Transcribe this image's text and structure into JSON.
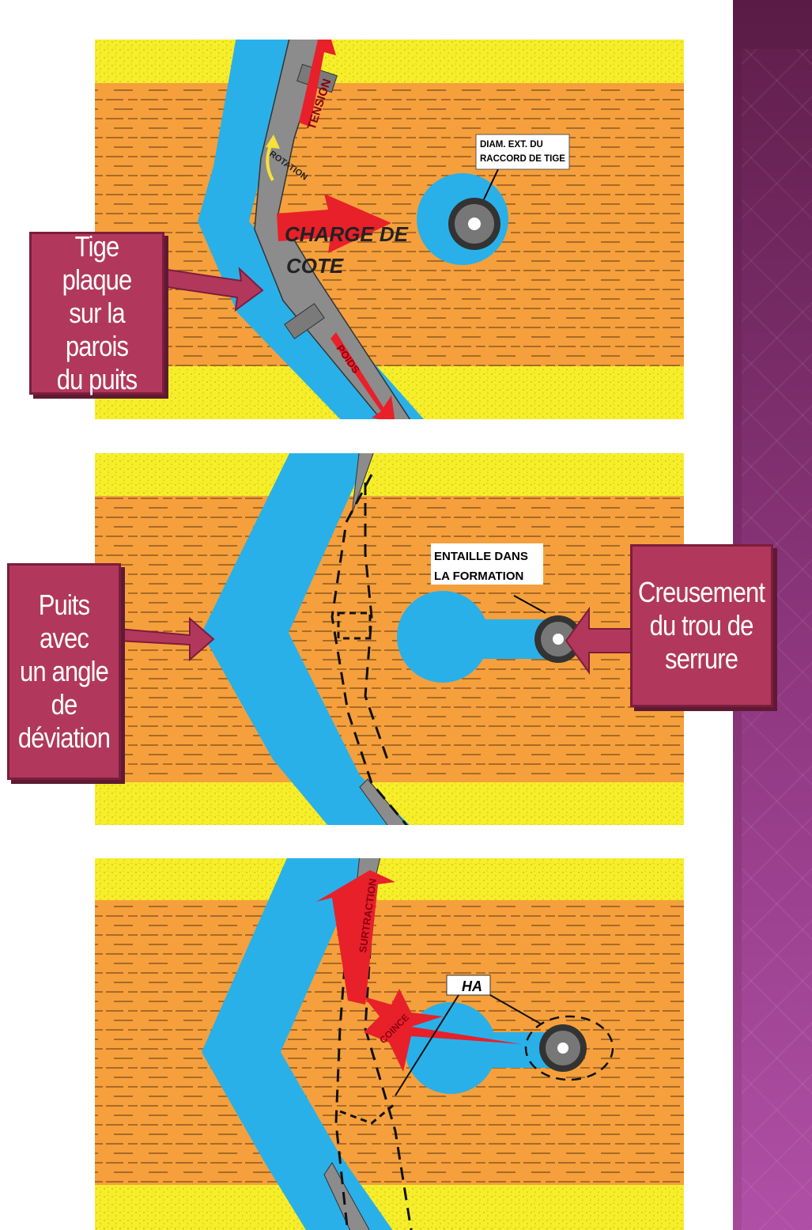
{
  "panel1": {
    "label_rotation": "ROTATION",
    "label_tension": "TENSION",
    "label_poids": "POIDS",
    "label_charge_de": "CHARGE DE",
    "label_cote": "COTE",
    "label_diam_line1": "DIAM. EXT. DU",
    "label_diam_line2": "RACCORD DE TIGE"
  },
  "panel2": {
    "label_entaille_line1": "ENTAILLE DANS",
    "label_entaille_line2": "LA FORMATION"
  },
  "panel3": {
    "label_surtraction": "SURTRACTION",
    "label_coince": "COINCE",
    "label_ha": "HA"
  },
  "callouts": {
    "tige_plaque": "Tige plaque\nsur la parois\ndu puits",
    "puits_angle": "Puits avec\nun angle\nde\ndéviation",
    "creusement": "Creusement\ndu trou  de\nserrure"
  },
  "colors": {
    "sand": "#f7ee2a",
    "shale": "#f5a03c",
    "mud": "#2ab0e8",
    "pipe": "#8c8c8c",
    "arrow_red": "#e8202a",
    "callout": "#b1385c",
    "sidebar": "#7d2c6c"
  }
}
